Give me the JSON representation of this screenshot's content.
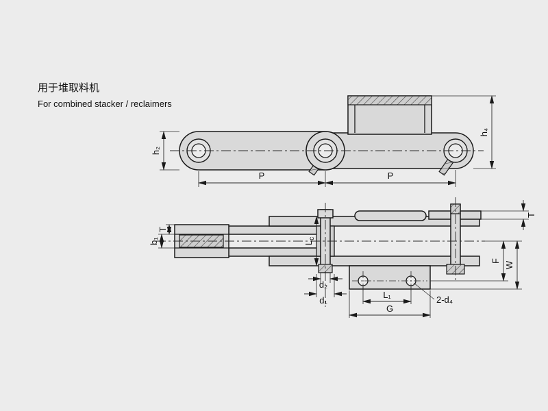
{
  "title": {
    "cn": "用于堆取料机",
    "en": "For combined stacker / reclaimers"
  },
  "dims": {
    "h2": "h₂",
    "h4": "h₄",
    "p1": "P",
    "p2": "P",
    "t_left": "T",
    "b1": "b₁",
    "lc_base": "L",
    "lc_sub": "c",
    "d2": "d₂",
    "d1": "d₁",
    "l1": "L₁",
    "g": "G",
    "holes": "2-d₄",
    "f": "F",
    "w": "W",
    "t_right": "T"
  },
  "colors": {
    "background": "#ececec",
    "line": "#1a1a1a",
    "part_fill": "#d9d9d9"
  }
}
